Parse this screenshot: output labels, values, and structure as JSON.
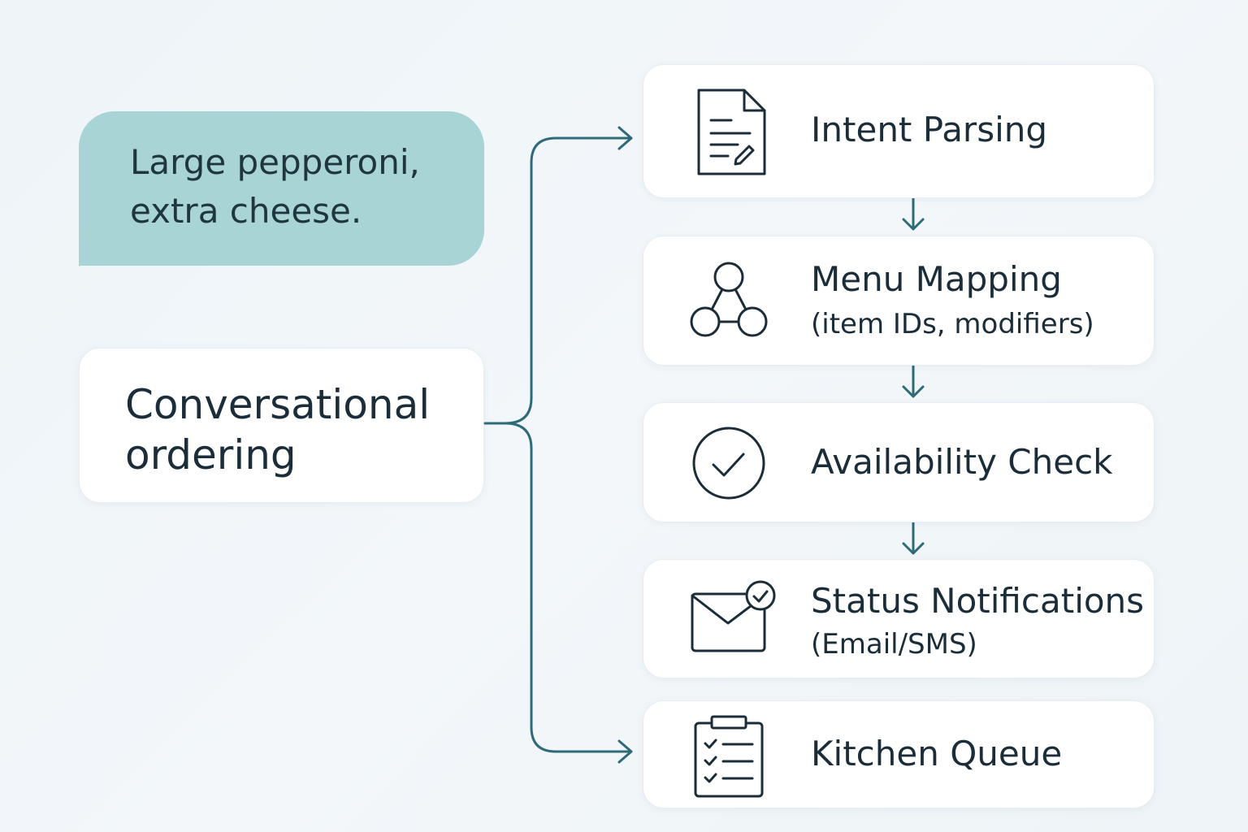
{
  "bubble": {
    "text_line1": "Large pepperoni,",
    "text_line2": "extra cheese."
  },
  "source": {
    "line1": "Conversational",
    "line2": "ordering"
  },
  "steps": [
    {
      "title": "Intent Parsing",
      "subtitle": "",
      "icon": "document-icon"
    },
    {
      "title": "Menu Mapping",
      "subtitle": "(item IDs, modifiers)",
      "icon": "network-nodes-icon"
    },
    {
      "title": "Availability Check",
      "subtitle": "",
      "icon": "check-circle-icon"
    },
    {
      "title": "Status Notifications",
      "subtitle": "(Email/SMS)",
      "icon": "envelope-check-icon"
    },
    {
      "title": "Kitchen Queue",
      "subtitle": "",
      "icon": "clipboard-checklist-icon"
    }
  ],
  "colors": {
    "bubble": "#a8d4d5",
    "connector": "#2f6a78",
    "icon_stroke": "#1b2d38",
    "card": "#ffffff"
  }
}
